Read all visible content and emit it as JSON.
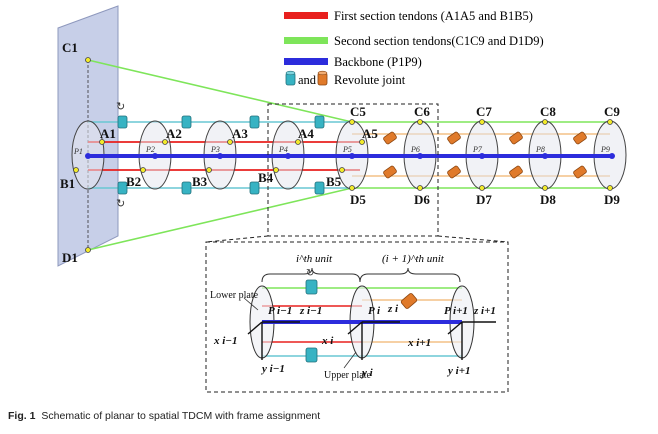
{
  "legend": {
    "first_section": "First section tendons (A1A5 and B1B5)",
    "second_section": "Second section tendons(C1C9 and D1D9)",
    "backbone": "Backbone (P1P9)",
    "joint_and": "and",
    "joint_label": "Revolute joint",
    "colors": {
      "first": "#e8201e",
      "second": "#7ee55a",
      "backbone": "#2c2cdc",
      "joint_cyan": "#37b3c3",
      "joint_orange": "#e07a2a",
      "plate_fill": "#c7cfe8"
    }
  },
  "points": {
    "A": [
      "A1",
      "A2",
      "A3",
      "A4",
      "A5"
    ],
    "B": [
      "B1",
      "B2",
      "B3",
      "B4",
      "B5"
    ],
    "C": [
      "C1",
      "C5",
      "C6",
      "C7",
      "C8",
      "C9"
    ],
    "D": [
      "D1",
      "D5",
      "D6",
      "D7",
      "D8",
      "D9"
    ],
    "P": [
      "P1",
      "P2",
      "P3",
      "P4",
      "P5",
      "P6",
      "P7",
      "P8",
      "P9"
    ]
  },
  "inset": {
    "unit_i": "i^th unit",
    "unit_i1": "(i + 1)^th unit",
    "lower_plate": "Lower plate",
    "upper_plate": "Upper plate",
    "frames": {
      "P_im1": "P i−1",
      "z_im1": "z i−1",
      "x_im1": "x i−1",
      "y_im1": "y i−1",
      "P_i": "P i",
      "z_i": "z i",
      "x_i": "x i",
      "y_i": "y i",
      "P_ip1": "P i+1",
      "z_ip1": "z i+1",
      "x_ip1": "x i+1",
      "y_ip1": "y i+1"
    }
  },
  "caption": {
    "fig": "Fig. 1",
    "text": "Schematic of planar to spatial TDCM with frame assignment"
  }
}
